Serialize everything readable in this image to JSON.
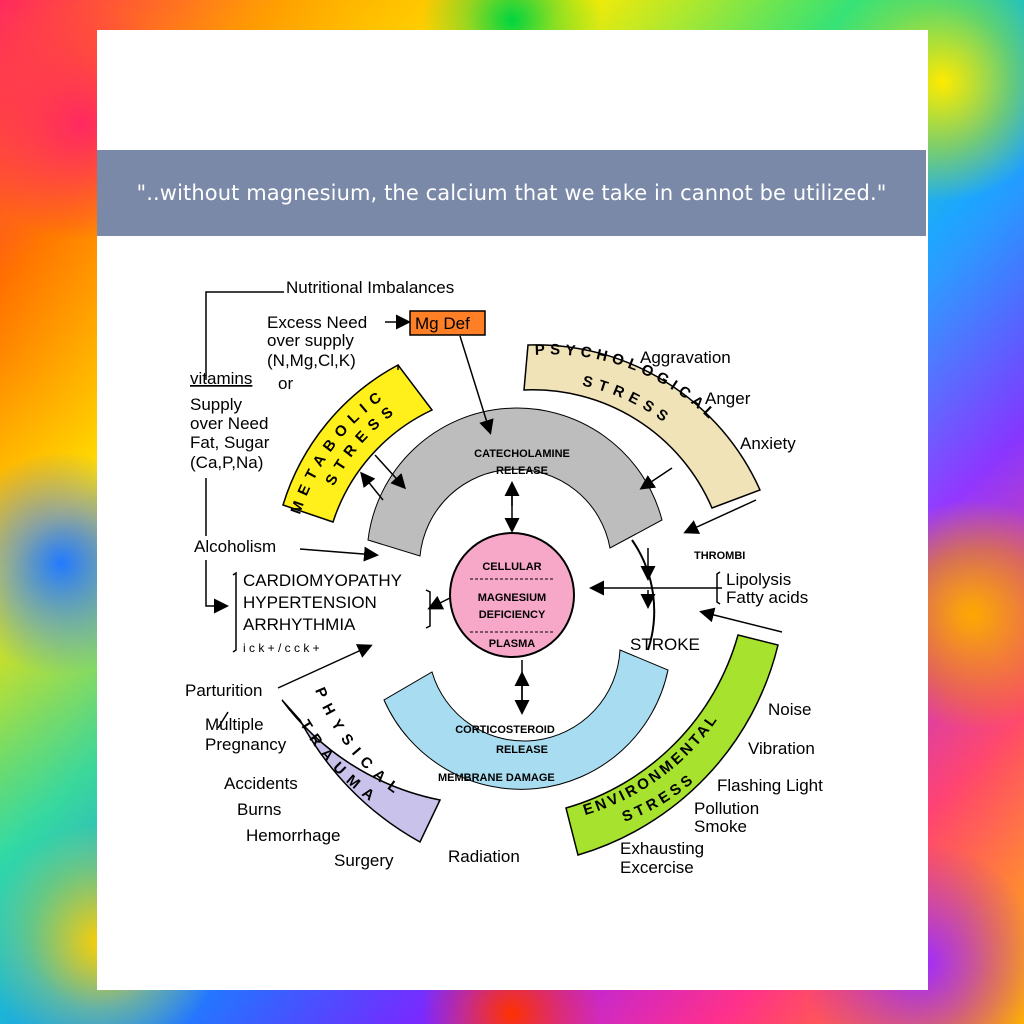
{
  "quote": "\"..without magnesium, the calcium that we take in cannot be utilized.\"",
  "colors": {
    "quote_bar": "#7a89a8",
    "metabolic_stress": "#ffef1a",
    "psychological_stress": "#f1e3b8",
    "physical_trauma": "#c9c3ec",
    "environmental_stress": "#a6e22e",
    "catecholamine_arc": "#bdbdbd",
    "corticosteroid_arc": "#a8dcf0",
    "center_circle": "#f7a8c8",
    "mg_def_box": "#ff7f27"
  },
  "diagram": {
    "center": {
      "line1": "CELLULAR",
      "line2": "MAGNESIUM",
      "line3": "DEFICIENCY",
      "line4": "PLASMA"
    },
    "top_arc": {
      "line1": "CATECHOLAMINE",
      "line2": "RELEASE"
    },
    "bottom_arc": {
      "line1": "CORTICOSTEROID",
      "line2": "RELEASE"
    },
    "membrane_damage": "MEMBRANE DAMAGE",
    "thrombi": "THROMBI",
    "stroke": "STROKE",
    "mg_def": "Mg Def",
    "nutritional_imbalances": "Nutritional Imbalances",
    "excess_need": "Excess Need",
    "over_supply": "over supply",
    "nmgclk": "(N,Mg,Cl,K)",
    "or": "or",
    "vitamins": "vitamins",
    "supply": "Supply",
    "over_need": "over Need",
    "fat_sugar": "Fat, Sugar",
    "capna": "(Ca,P,Na)",
    "alcoholism": "Alcoholism",
    "cardiomyopathy": "CARDIOMYOPATHY",
    "hypertension": "HYPERTENSION",
    "arrhythmia": "ARRHYTHMIA",
    "ick": "i c k + / c c k +",
    "parturition": "Parturition",
    "multiple": "Multiple",
    "pregnancy": "Pregnancy",
    "accidents": "Accidents",
    "burns": "Burns",
    "hemorrhage": "Hemorrhage",
    "surgery": "Surgery",
    "radiation": "Radiation",
    "aggravation": "Aggravation",
    "anger": "Anger",
    "anxiety": "Anxiety",
    "lipolysis": "Lipolysis",
    "fatty_acids": "Fatty acids",
    "noise": "Noise",
    "vibration": "Vibration",
    "flashing_light": "Flashing Light",
    "pollution": "Pollution",
    "smoke": "Smoke",
    "exhausting": "Exhausting",
    "excercise": "Excercise",
    "metabolic_word": "METABOLIC",
    "metabolic_stress_word": "STRESS",
    "psychological_word": "PSYCHOLOGICAL",
    "psych_stress_word": "STRESS",
    "physical_word": "PHYSICAL",
    "trauma_word": "TRAUMA",
    "environmental_word": "ENVIRONMENTAL",
    "env_stress_word": "STRESS"
  }
}
